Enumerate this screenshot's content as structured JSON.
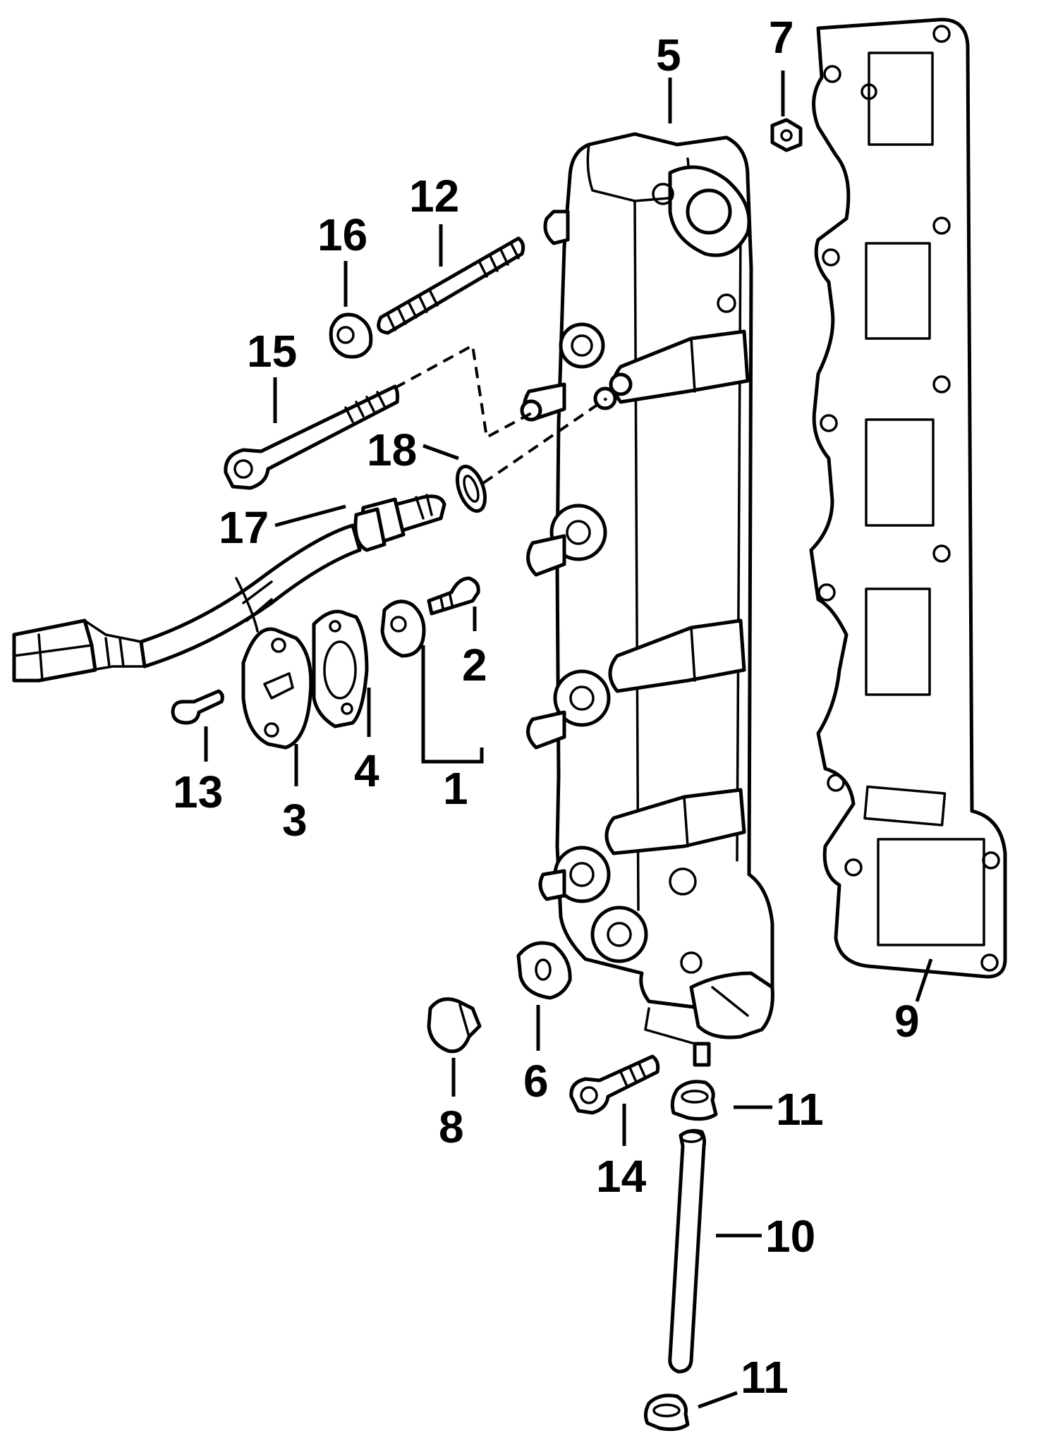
{
  "labels": {
    "l1": "1",
    "l2": "2",
    "l3": "3",
    "l4": "4",
    "l5": "5",
    "l6": "6",
    "l7": "7",
    "l8": "8",
    "l9": "9",
    "l10": "10",
    "l11a": "11",
    "l11b": "11",
    "l12": "12",
    "l13": "13",
    "l14": "14",
    "l15": "15",
    "l16": "16",
    "l17": "17",
    "l18": "18"
  }
}
